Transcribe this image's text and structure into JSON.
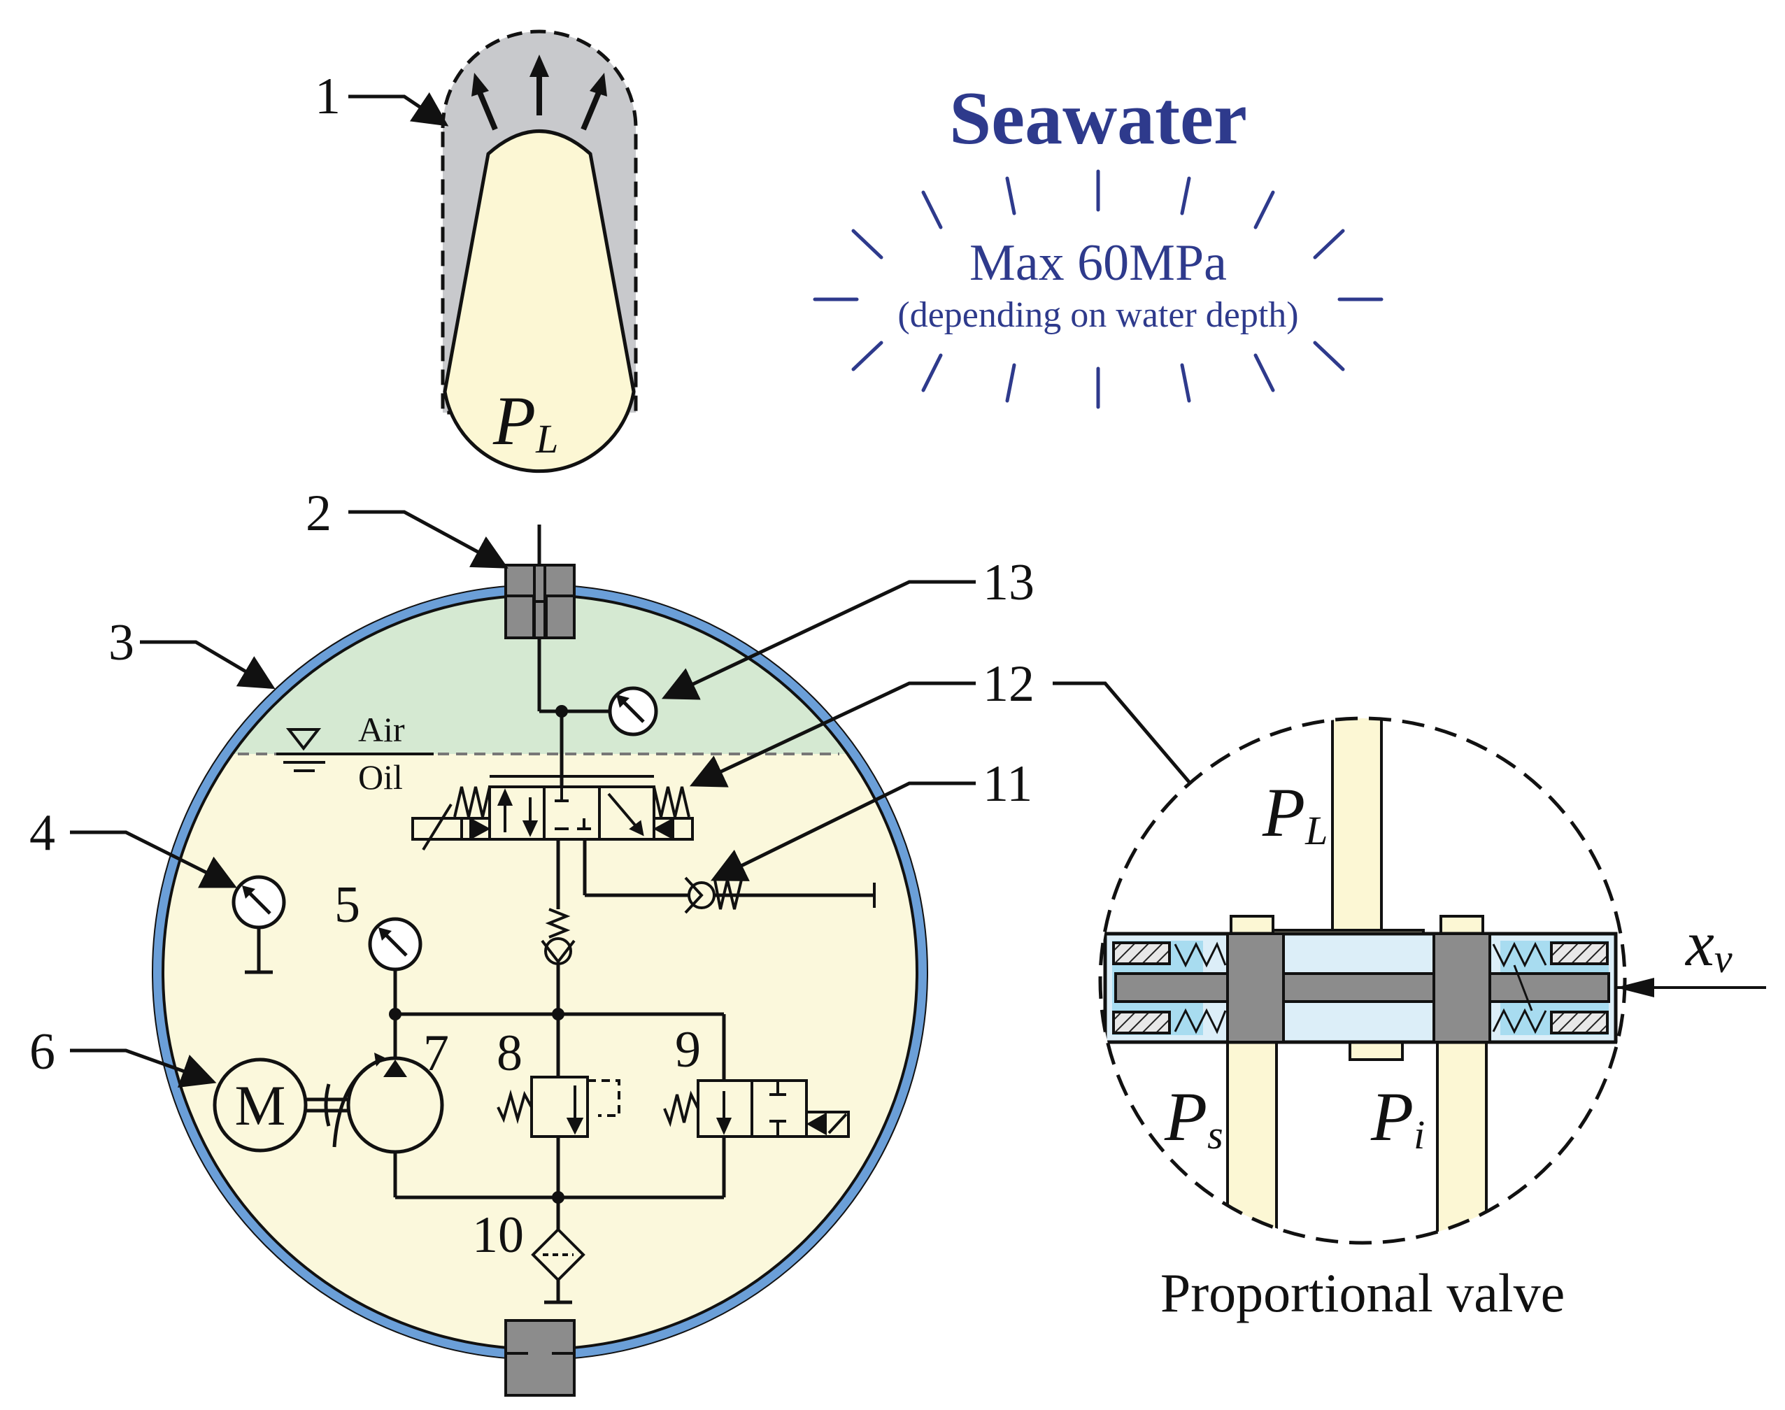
{
  "seawater": {
    "title": "Seawater",
    "pressure": "Max 60MPa",
    "note": "(depending on water depth)"
  },
  "callouts": {
    "n1": "1",
    "n2": "2",
    "n3": "3",
    "n4": "4",
    "n5": "5",
    "n6": "6",
    "n7": "7",
    "n8": "8",
    "n9": "9",
    "n10": "10",
    "n11": "11",
    "n12": "12",
    "n13": "13"
  },
  "bladder": {
    "pressure_main": "P",
    "pressure_sub": "L"
  },
  "tank": {
    "air_label": "Air",
    "oil_label": "Oil"
  },
  "motor": {
    "label": "M"
  },
  "valve_detail": {
    "title": "Proportional valve",
    "pl_main": "P",
    "pl_sub": "L",
    "ps_main": "P",
    "ps_sub": "s",
    "pi_main": "P",
    "pi_sub": "i",
    "xv_main": "x",
    "xv_sub": "v"
  },
  "colors": {
    "tank_wall": "#6b9fd8",
    "air": "#d5e9d2",
    "oil": "#fbf8dc",
    "bladder_shell": "#c8c9cc",
    "bladder_fill": "#fcf7d4",
    "fitting": "#8c8c8c",
    "text_blue": "#2e3a8c",
    "spring_chamber": "#a8dcf0"
  }
}
